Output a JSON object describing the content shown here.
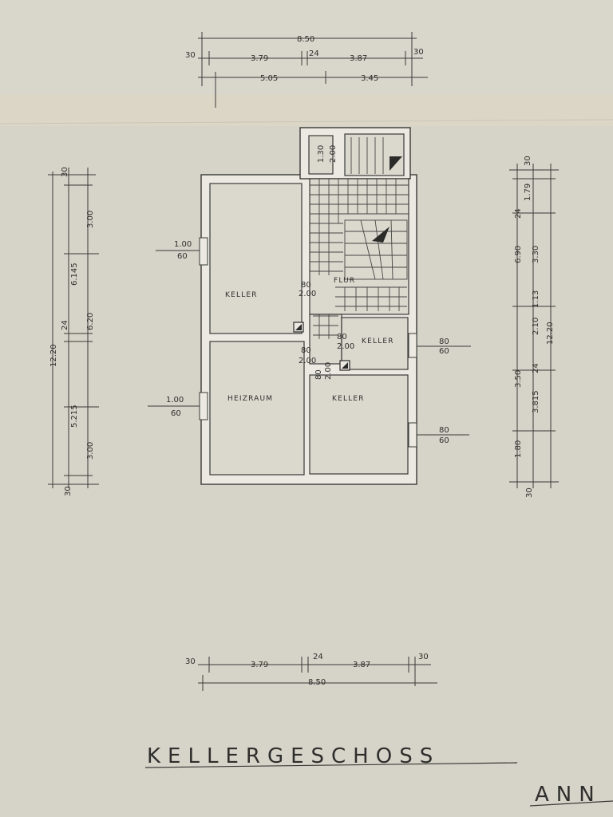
{
  "plan": {
    "title": "KELLERGESCHOSS",
    "corner_text": "ANN",
    "top_dims": {
      "overall": "8.50",
      "wall_left": "30",
      "left": "3.79",
      "middle_wall": "24",
      "right": "3.87",
      "wall_right": "30",
      "second_left": "5.05",
      "second_right": "3.45"
    },
    "bottom_dims": {
      "wall_left": "30",
      "left": "3.79",
      "middle_wall": "24",
      "right": "3.87",
      "wall_right": "30",
      "overall": "8.50"
    },
    "left_dims": {
      "wall_top": "30",
      "overall": "12.20",
      "upper_part": "6.145",
      "upper_sub": "3.00",
      "middle_wall": "24",
      "lower_part": "6.20",
      "lower_sub": "5.215",
      "lower_end": "3.00",
      "wall_bottom": "30"
    },
    "right_dims": {
      "wall_top": "30",
      "first": "1.79",
      "w1": "24",
      "part_a": "6.90",
      "part_b": "3.30",
      "w2": "1.13",
      "part_c": "2.10",
      "overall": "12.20",
      "w3": "24",
      "part_d": "3.50",
      "part_e": "3.815",
      "part_f": "1.80",
      "wall_bottom": "30"
    },
    "rooms": {
      "keller_1": "KELLER",
      "flur": "FLUR",
      "keller_2": "KELLER",
      "heizraum": "HEIZRAUM",
      "keller_3": "KELLER"
    },
    "openings": {
      "window_left_upper_w": "1.00",
      "window_left_upper_h": "60",
      "window_left_lower_w": "1.00",
      "window_left_lower_h": "60",
      "window_right_upper_w": "80",
      "window_right_upper_h": "60",
      "window_right_lower_w": "80",
      "window_right_lower_h": "60",
      "door_keller1_w": "80",
      "door_keller1_h": "2.00",
      "door_heiz_w": "80",
      "door_heiz_h": "2.00",
      "door_keller2_w": "80",
      "door_keller2_h": "2.00",
      "door_keller3_w": "80",
      "door_keller3_h": "2.00",
      "stair_w": "1.30",
      "stair_h": "2.00"
    }
  }
}
